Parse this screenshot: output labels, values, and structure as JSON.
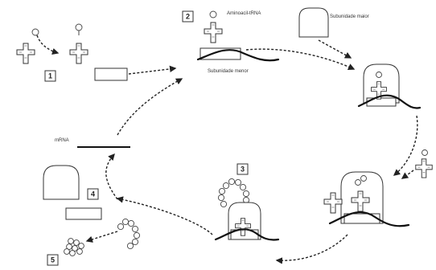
{
  "labels": {
    "aminoacyl_trna": "Aminoacil-tRNA",
    "small_subunit": "Subunidade menor",
    "large_subunit": "Subunidade maior",
    "mrna": "mRNA"
  },
  "steps": [
    "1",
    "2",
    "3",
    "4",
    "5"
  ],
  "icons": {
    "arrow_head": "arrowhead-marker",
    "trna": "trna-cross-icon",
    "ribosome": "ribosome-icon",
    "amino_acid": "amino-acid-bead-icon"
  },
  "colors": {
    "line": "#222222",
    "fill": "#ffffff",
    "strand": "#111111"
  }
}
